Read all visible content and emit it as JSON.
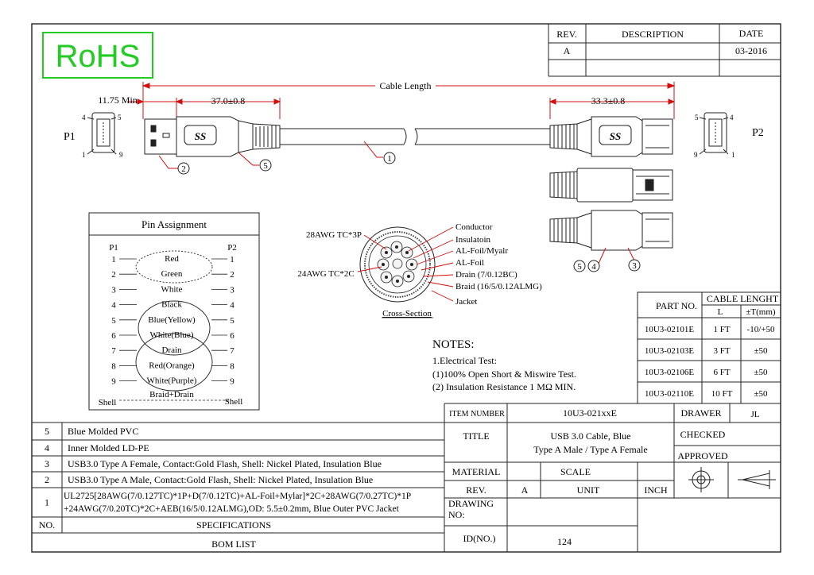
{
  "logo": {
    "text": "RoHS",
    "color": "#22cc22"
  },
  "revision_block": {
    "headers": [
      "REV.",
      "DESCRIPTION",
      "DATE"
    ],
    "rows": [
      {
        "rev": "A",
        "description": "",
        "date": "03-2016"
      }
    ]
  },
  "drawing": {
    "cable_length_label": "Cable Length",
    "dim_min": "11.75 Min",
    "dim_p1": "37.0±0.8",
    "dim_p2": "33.3±0.8",
    "p1_label": "P1",
    "p2_label": "P2",
    "p1_pins": [
      "4",
      "5",
      "1",
      "9"
    ],
    "p2_pins": [
      "5",
      "4",
      "9",
      "1"
    ],
    "callouts_top": [
      "2",
      "5",
      "1"
    ],
    "callouts_bottom": [
      "5",
      "4",
      "3"
    ]
  },
  "pin_assignment": {
    "title": "Pin Assignment",
    "left_header": "P1",
    "right_header": "P2",
    "rows": [
      {
        "p1": "1",
        "label": "Red",
        "p2": "1"
      },
      {
        "p1": "2",
        "label": "Green",
        "p2": "2"
      },
      {
        "p1": "3",
        "label": "White",
        "p2": "3"
      },
      {
        "p1": "4",
        "label": "Black",
        "p2": "4"
      },
      {
        "p1": "5",
        "label": "Blue(Yellow)",
        "p2": "5"
      },
      {
        "p1": "6",
        "label": "White(Blue)",
        "p2": "6"
      },
      {
        "p1": "7",
        "label": "Drain",
        "p2": "7"
      },
      {
        "p1": "8",
        "label": "Red(Orange)",
        "p2": "8"
      },
      {
        "p1": "9",
        "label": "White(Purple)",
        "p2": "9"
      }
    ],
    "shell_left": "Shell",
    "shell_right": "Shell",
    "shell_label": "Braid+Drain"
  },
  "cross_section": {
    "left_labels": [
      "28AWG TC*3P",
      "24AWG TC*2C"
    ],
    "right_labels": [
      "Conductor",
      "Insulatoin",
      "AL-Foil/Myalr",
      "AL-Foil",
      "Drain (7/0.12BC)",
      "Braid (16/5/0.12ALMG)",
      "Jacket"
    ],
    "caption": "Cross-Section"
  },
  "notes": {
    "title": "NOTES:",
    "lines": [
      "1.Electrical Test:",
      "(1)100% Open Short & Miswire Test.",
      "(2) Insulation Resistance 1 MΩ  MIN."
    ]
  },
  "part_table": {
    "part_header": "PART NO.",
    "group_header": "CABLE LENGHT",
    "col_l": "L",
    "col_t": "±T(mm)",
    "rows": [
      {
        "part": "10U3-02101E",
        "l": "1 FT",
        "t": "-10/+50"
      },
      {
        "part": "10U3-02103E",
        "l": "3 FT",
        "t": "±50"
      },
      {
        "part": "10U3-02106E",
        "l": "6 FT",
        "t": "±50"
      },
      {
        "part": "10U3-02110E",
        "l": "10 FT",
        "t": "±50"
      }
    ]
  },
  "bom": {
    "rows": [
      {
        "no": "5",
        "spec": [
          "Blue Molded PVC"
        ]
      },
      {
        "no": "4",
        "spec": [
          "Inner Molded LD-PE"
        ]
      },
      {
        "no": "3",
        "spec": [
          "USB3.0 Type A Female, Contact:Gold Flash, Shell: Nickel Plated, Insulation Blue"
        ]
      },
      {
        "no": "2",
        "spec": [
          "USB3.0 Type A Male, Contact:Gold Flash, Shell: Nickel Plated, Insulation Blue"
        ]
      },
      {
        "no": "1",
        "spec": [
          "UL2725[28AWG(7/0.127TC)*1P+D(7/0.12TC)+AL-Foil+Mylar]*2C+28AWG(7/0.27TC)*1P",
          "+24AWG(7/0.20TC)*2C+AEB(16/5/0.12ALMG),OD: 5.5±0.2mm, Blue Outer PVC Jacket"
        ]
      }
    ],
    "no_header": "NO.",
    "spec_header": "SPECIFICATIONS",
    "footer": "BOM LIST"
  },
  "title_block": {
    "item_number_label": "ITEM NUMBER",
    "item_number": "10U3-021xxE",
    "drawer_label": "DRAWER",
    "drawer": "JL",
    "title_label": "TITLE",
    "title_lines": [
      "USB 3.0 Cable, Blue",
      "Type A Male / Type A Female"
    ],
    "checked_label": "CHECKED",
    "approved_label": "APPROVED",
    "material_label": "MATERIAL",
    "scale_label": "SCALE",
    "rev_label": "REV.",
    "rev": "A",
    "unit_label": "UNIT",
    "unit": "INCH",
    "drawing_no_label_lines": [
      "DRAWING",
      "NO:"
    ],
    "id_label": "ID(NO.)",
    "id": "124"
  },
  "colors": {
    "dimension": "#d01010",
    "line": "#1a1a1a",
    "logo": "#22cc22"
  }
}
